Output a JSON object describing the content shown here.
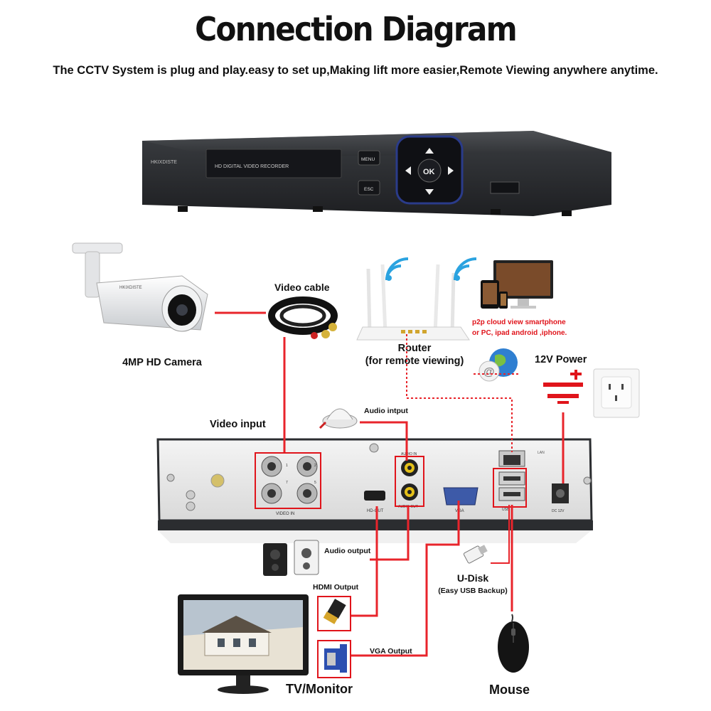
{
  "title": "Connection Diagram",
  "subtitle": "The CCTV System is plug and play.easy to set up,Making lift more easier,Remote Viewing anywhere anytime.",
  "dvr_front": {
    "brand": "HKIXDISTE",
    "panel_text": "HD DIGITAL VIDEO RECORDER",
    "menu": "MENU",
    "esc": "ESC",
    "ok": "OK"
  },
  "camera": {
    "brand": "HKIXDISTE",
    "label": "4MP HD Camera"
  },
  "video_cable": "Video cable",
  "router": {
    "line1": "Router",
    "line2": "(for remote viewing)"
  },
  "p2p": {
    "line1": "p2p cloud  view smartphone",
    "line2": "or PC, ipad android ,iphone."
  },
  "power_label": "12V Power",
  "video_input": "Video input",
  "audio_input": "Audio intput",
  "audio_output": "Audio output",
  "hdmi_output": "HDMI Output",
  "vga_output": "VGA Output",
  "udisk": {
    "line1": "U-Disk",
    "line2": "(Easy USB Backup)"
  },
  "tv_monitor": "TV/Monitor",
  "mouse": "Mouse",
  "rear_panel": {
    "video_in": "VIDEO IN",
    "audio_in": "AUDIO IN",
    "audio_out": "AUDIO OUT",
    "hd_out": "HD-OUT",
    "vga": "VGA",
    "lan": "LAN",
    "usb": "USB",
    "dc": "DC 12V",
    "ch": [
      "1",
      "2",
      "7",
      "5"
    ]
  },
  "colors": {
    "wire": "#e8242b",
    "label_red": "#e0141b",
    "dvr_body": "#2b2d30"
  }
}
